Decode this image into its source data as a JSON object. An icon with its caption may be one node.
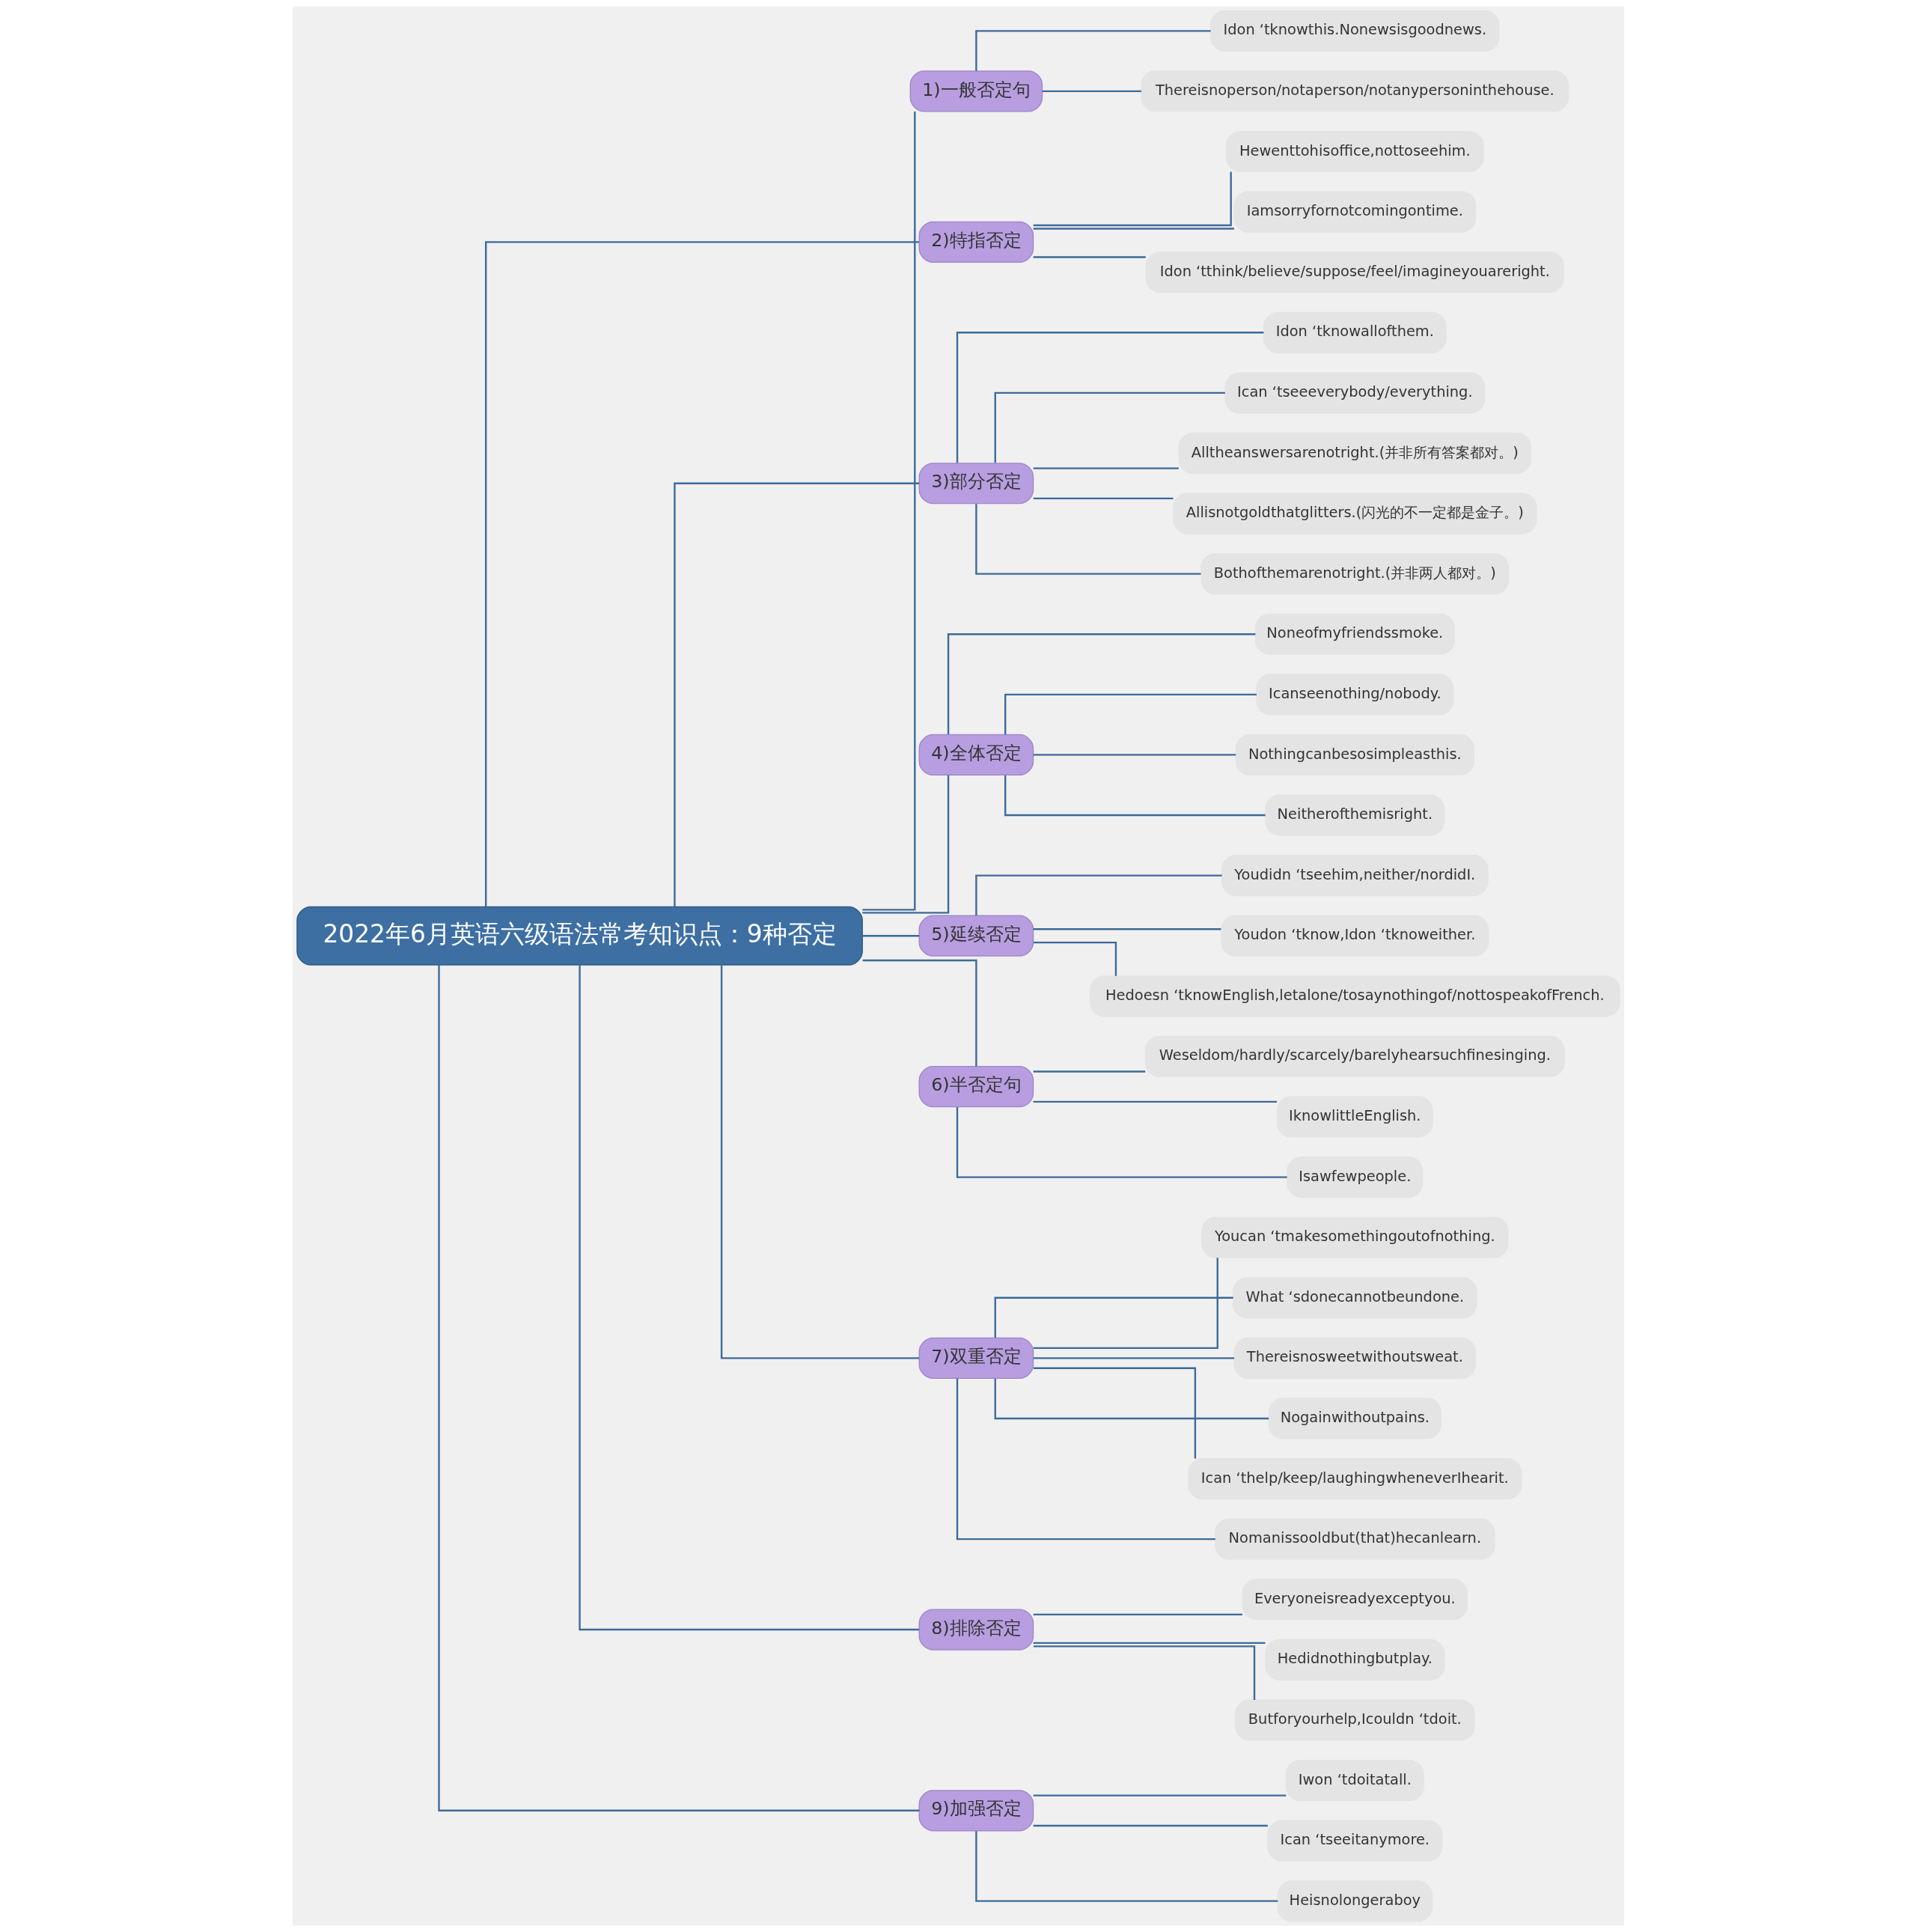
{
  "diagram": {
    "nodes": [
      {
        "text": [
          "2022年6月英语六级语法常考知识点：9种否定"
        ]
      },
      {
        "text": [
          "1)一般否定句"
        ]
      },
      {
        "text": [
          "Idon ‘tknowthis.Nonewsisgoodnews."
        ]
      },
      {
        "text": [
          "Thereisnoperson/notaperson/notanypersoninthehouse."
        ]
      },
      {
        "text": [
          "2)特指否定"
        ]
      },
      {
        "text": [
          "Hewenttohisoffice,nottoseehim."
        ]
      },
      {
        "text": [
          "Iamsorryfornotcomingontime."
        ]
      },
      {
        "text": [
          "Idon ‘tthink/believe/suppose/feel/imagineyouareright."
        ]
      },
      {
        "text": [
          "3)部分否定"
        ]
      },
      {
        "text": [
          "Idon ‘tknowallofthem."
        ]
      },
      {
        "text": [
          "Ican ‘tseeeverybody/everything."
        ]
      },
      {
        "text": [
          "Alltheanswersarenotright.(并非所有答案都对。)"
        ]
      },
      {
        "text": [
          "Allisnotgoldthatglitters.(闪光的不一定都是金子。)"
        ]
      },
      {
        "text": [
          "Bothofthemarenotright.(并非两人都对。)"
        ]
      },
      {
        "text": [
          "4)全体否定"
        ]
      },
      {
        "text": [
          "Noneofmyfriendssmoke."
        ]
      },
      {
        "text": [
          "Icanseenothing/nobody."
        ]
      },
      {
        "text": [
          "Nothingcanbesosimpleasthis."
        ]
      },
      {
        "text": [
          "Neitherofthemisright."
        ]
      },
      {
        "text": [
          "5)延续否定"
        ]
      },
      {
        "text": [
          "Youdidn ‘tseehim,neither/nordidI."
        ]
      },
      {
        "text": [
          "Youdon ‘tknow,Idon ‘tknoweither."
        ]
      },
      {
        "text": [
          "Hedoesn ‘tknowEnglish,letalone/tosaynothingof/nottospeakofFrench."
        ]
      },
      {
        "text": [
          "6)半否定句"
        ]
      },
      {
        "text": [
          "Weseldom/hardly/scarcely/barelyhearsuchfinesinging."
        ]
      },
      {
        "text": [
          "IknowlittleEnglish."
        ]
      },
      {
        "text": [
          "Isawfewpeople."
        ]
      },
      {
        "text": [
          "7)双重否定"
        ]
      },
      {
        "text": [
          "Youcan ‘tmakesomethingoutofnothing."
        ]
      },
      {
        "text": [
          "What ‘sdonecannotbeundone."
        ]
      },
      {
        "text": [
          "Thereisnosweetwithoutsweat."
        ]
      },
      {
        "text": [
          "Nogainwithoutpains."
        ]
      },
      {
        "text": [
          "Ican ‘thelp/keep/laughingwheneverIhearit."
        ]
      },
      {
        "text": [
          "Nomanissooldbut(that)hecanlearn."
        ]
      },
      {
        "text": [
          "8)排除否定"
        ]
      },
      {
        "text": [
          "Everyoneisreadyexceptyou."
        ]
      },
      {
        "text": [
          "Hedidnothingbutplay."
        ]
      },
      {
        "text": [
          "Butforyourhelp,Icouldn ‘tdoit."
        ]
      },
      {
        "text": [
          "9)加强否定"
        ]
      },
      {
        "text": [
          "Iwon ‘tdoitatall."
        ]
      },
      {
        "text": [
          "Ican ‘tseeitanymore."
        ]
      },
      {
        "text": [
          "Heisnolongeraboy"
        ]
      }
    ],
    "edges": [
      {
        "from": 0,
        "to": 1,
        "arrow": "none"
      },
      {
        "from": 1,
        "to": 2,
        "arrow": "none"
      },
      {
        "from": 1,
        "to": 3,
        "arrow": "none"
      },
      {
        "from": 0,
        "to": 4,
        "arrow": "none"
      },
      {
        "from": 4,
        "to": 5,
        "arrow": "none"
      },
      {
        "from": 4,
        "to": 6,
        "arrow": "none"
      },
      {
        "from": 4,
        "to": 7,
        "arrow": "none"
      },
      {
        "from": 0,
        "to": 8,
        "arrow": "none"
      },
      {
        "from": 8,
        "to": 9,
        "arrow": "none"
      },
      {
        "from": 8,
        "to": 10,
        "arrow": "none"
      },
      {
        "from": 8,
        "to": 11,
        "arrow": "none"
      },
      {
        "from": 8,
        "to": 12,
        "arrow": "none"
      },
      {
        "from": 8,
        "to": 13,
        "arrow": "none"
      },
      {
        "from": 0,
        "to": 14,
        "arrow": "none"
      },
      {
        "from": 14,
        "to": 15,
        "arrow": "none"
      },
      {
        "from": 14,
        "to": 16,
        "arrow": "none"
      },
      {
        "from": 14,
        "to": 17,
        "arrow": "none"
      },
      {
        "from": 14,
        "to": 18,
        "arrow": "none"
      },
      {
        "from": 0,
        "to": 19,
        "arrow": "none"
      },
      {
        "from": 19,
        "to": 20,
        "arrow": "none"
      },
      {
        "from": 19,
        "to": 21,
        "arrow": "none"
      },
      {
        "from": 19,
        "to": 22,
        "arrow": "none"
      },
      {
        "from": 0,
        "to": 23,
        "arrow": "none"
      },
      {
        "from": 23,
        "to": 24,
        "arrow": "none"
      },
      {
        "from": 23,
        "to": 25,
        "arrow": "none"
      },
      {
        "from": 23,
        "to": 26,
        "arrow": "none"
      },
      {
        "from": 0,
        "to": 27,
        "arrow": "none"
      },
      {
        "from": 27,
        "to": 28,
        "arrow": "none"
      },
      {
        "from": 27,
        "to": 29,
        "arrow": "none"
      },
      {
        "from": 27,
        "to": 30,
        "arrow": "none"
      },
      {
        "from": 27,
        "to": 31,
        "arrow": "none"
      },
      {
        "from": 27,
        "to": 32,
        "arrow": "none"
      },
      {
        "from": 27,
        "to": 33,
        "arrow": "none"
      },
      {
        "from": 0,
        "to": 34,
        "arrow": "none"
      },
      {
        "from": 34,
        "to": 35,
        "arrow": "none"
      },
      {
        "from": 34,
        "to": 36,
        "arrow": "none"
      },
      {
        "from": 34,
        "to": 37,
        "arrow": "none"
      },
      {
        "from": 0,
        "to": 38,
        "arrow": "none"
      },
      {
        "from": 38,
        "to": 39,
        "arrow": "none"
      },
      {
        "from": 38,
        "to": 40,
        "arrow": "none"
      },
      {
        "from": 38,
        "to": 41,
        "arrow": "none"
      }
    ]
  }
}
